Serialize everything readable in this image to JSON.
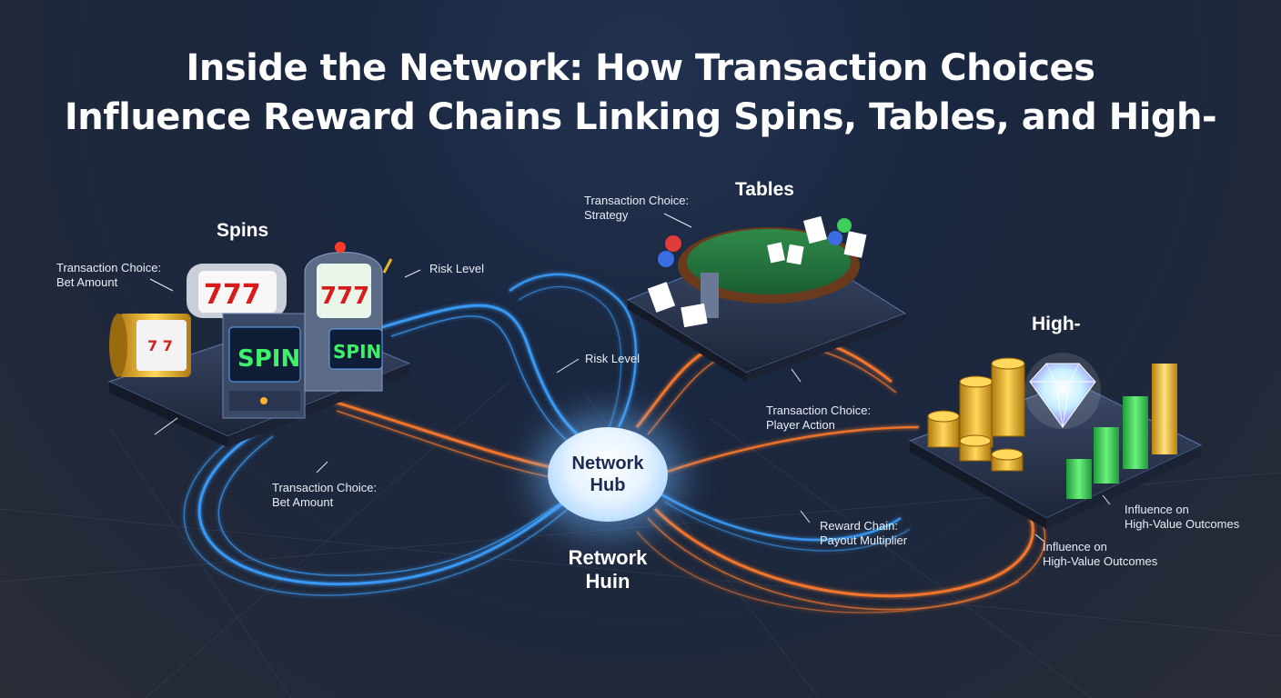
{
  "title": {
    "line1": "Inside the Network: How Transaction Choices",
    "line2": "Influence Reward Chains Linking Spins, Tables, and High-"
  },
  "nodes": {
    "spins": "Spins",
    "tables": "Tables",
    "high": "High-",
    "hub_line1": "Network",
    "hub_line2": "Hub",
    "hub_caption_line1": "Retwork",
    "hub_caption_line2": "Huin"
  },
  "machines": {
    "reel_text": "777",
    "spin_text": "SPIN"
  },
  "labels": {
    "bet_amount_top_1": "Transaction Choice:",
    "bet_amount_top_2": "Bet Amount",
    "risk_level_1": "Risk Level",
    "strategy_1": "Transaction Choice:",
    "strategy_2": "Strategy",
    "risk_level_2": "Risk Level",
    "player_action_1": "Transaction Choice:",
    "player_action_2": "Player Action",
    "bet_amount_bottom_1": "Transaction Choice:",
    "bet_amount_bottom_2": "Bet Amount",
    "payout_1": "Reward Chain:",
    "payout_2": "Payout Multiplier",
    "influence_a_1": "Influence on",
    "influence_a_2": "High-Value Outcomes",
    "influence_b_1": "Influence on",
    "influence_b_2": "High-Value Outcomes"
  },
  "colors": {
    "blue_stream": "#3aa0ff",
    "orange_stream": "#ff7a2a",
    "green_bars": "#3ecf5a",
    "gold": "#e9b72f"
  }
}
